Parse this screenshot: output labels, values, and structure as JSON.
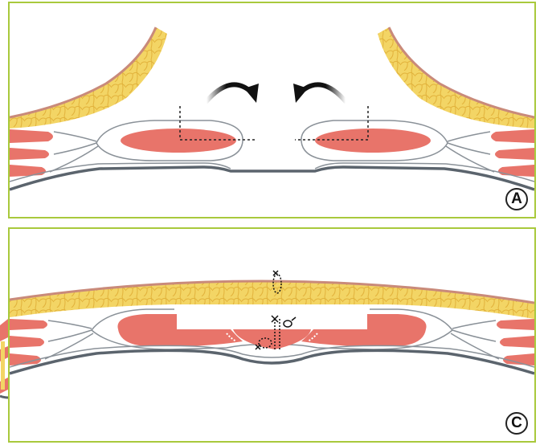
{
  "panels": [
    {
      "id": "A",
      "label": "A"
    },
    {
      "id": "C",
      "label": "C"
    }
  ],
  "colors": {
    "panel_border": "#a9c93c",
    "fat_fill": "#f3d565",
    "fat_lobule_stroke": "#e2b23b",
    "skin": "#c98a7a",
    "muscle": "#e8746a",
    "fascia": "#5b646d",
    "sheath_line": "#8a9198",
    "arrow": "#111111"
  },
  "icons": {
    "arrow_right": "curved-arrow-right-icon",
    "arrow_left": "curved-arrow-left-icon",
    "suture": "suture-knot-icon"
  }
}
